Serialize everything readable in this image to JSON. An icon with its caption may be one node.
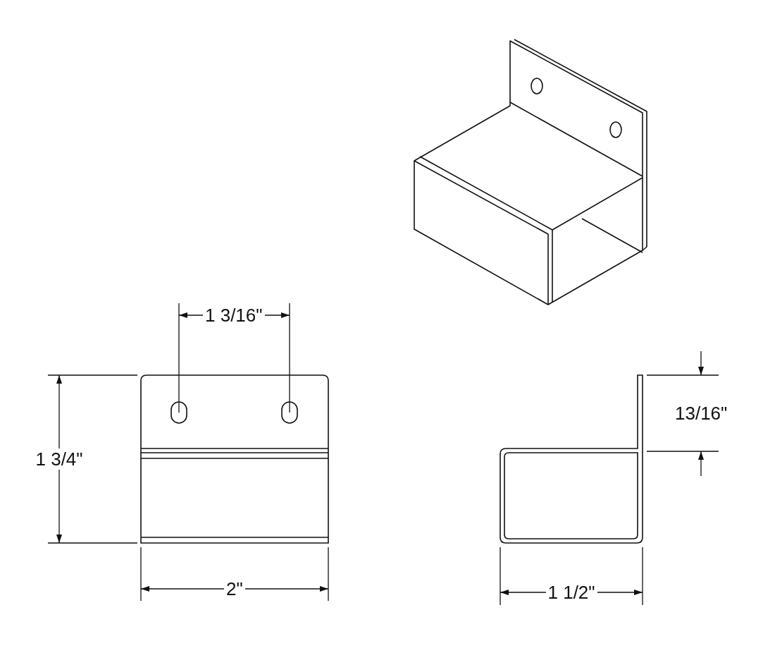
{
  "diagram": {
    "labels": [
      "1 3/16\"",
      "13/16\"",
      "1 3/4\"",
      "2\"",
      "1 1/2\""
    ]
  }
}
